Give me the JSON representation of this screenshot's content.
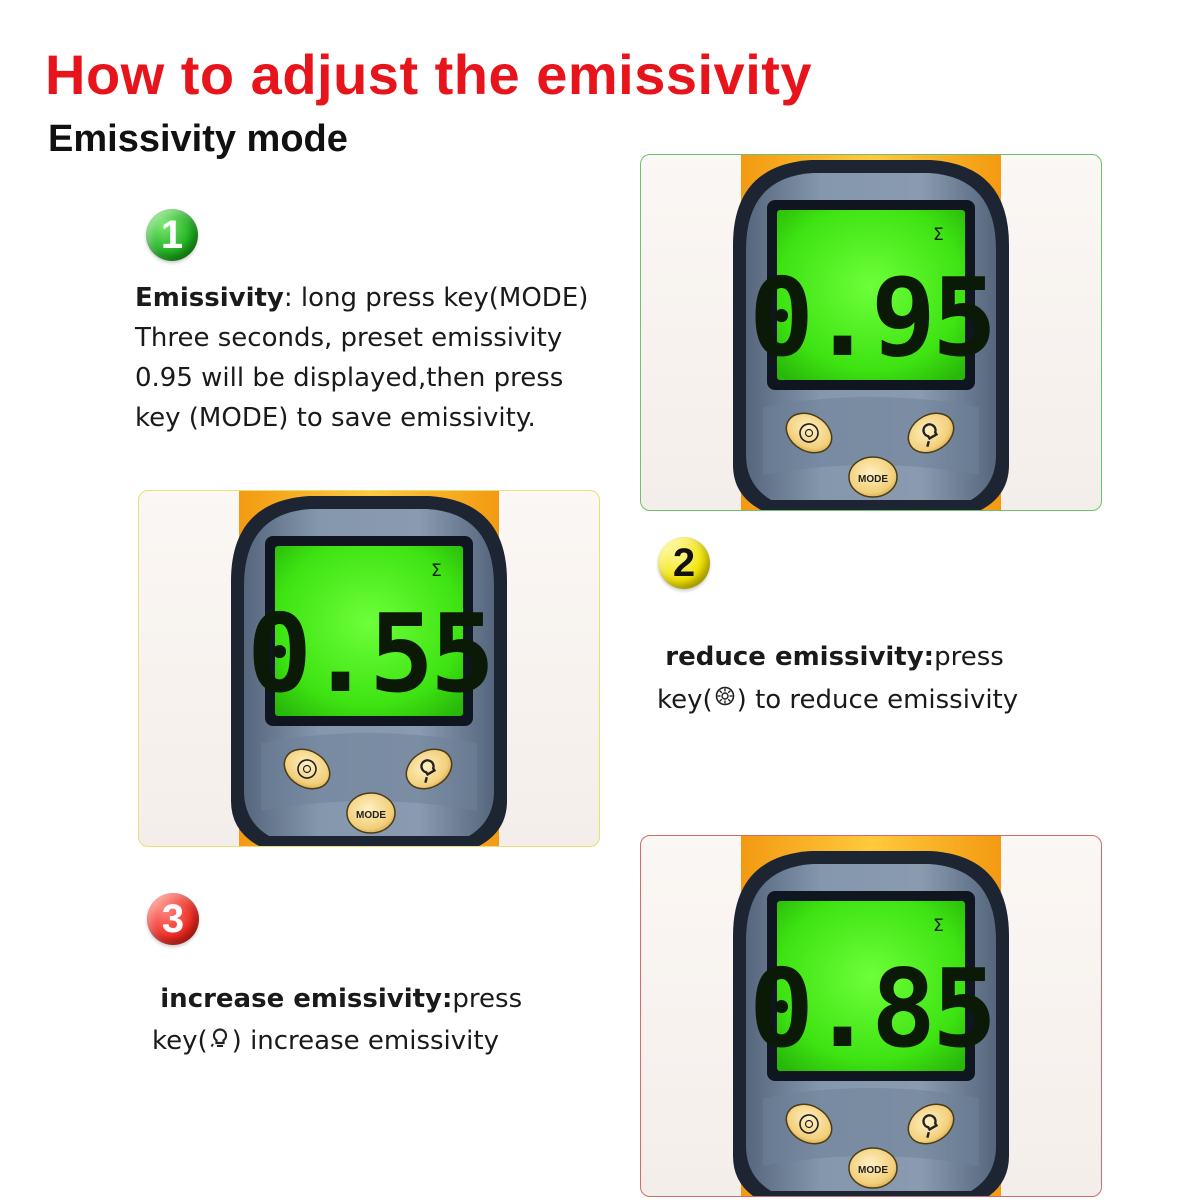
{
  "header": {
    "title": "How to adjust the emissivity",
    "subtitle": "Emissivity mode"
  },
  "steps": [
    {
      "number": "1",
      "badge_color": "#1fae1f",
      "bold": "Emissivity",
      "lines": [
        ": long  press  key(MODE)",
        "Three seconds, preset emissivity",
        "0.95 will be displayed,then press",
        "key (MODE) to save emissivity."
      ]
    },
    {
      "number": "2",
      "badge_color": "#f2e400",
      "bold": "reduce  emissivity:",
      "line1_rest": "press",
      "line2_pre": "key(",
      "line2_post": ") to reduce  emissivity",
      "icon": "gear-icon"
    },
    {
      "number": "3",
      "badge_color": "#ef2a22",
      "bold": "increase  emissivity:",
      "line1_rest": "press",
      "line2_pre": "key(",
      "line2_post": ")  increase  emissivity",
      "icon": "bulb-icon"
    }
  ],
  "displays": [
    {
      "reading": "0.95",
      "symbol": "Σ",
      "mode_label": "MODE",
      "frame_color": "#6cc36c"
    },
    {
      "reading": "0.55",
      "symbol": "Σ",
      "mode_label": "MODE",
      "frame_color": "#e9de7a"
    },
    {
      "reading": "0.85",
      "symbol": "Σ",
      "mode_label": "MODE",
      "frame_color": "#d26b6b"
    }
  ],
  "colors": {
    "title": "#e8141c",
    "lcd": "#45f016",
    "body": "#7d8fa6",
    "handle": "#f5a81c"
  }
}
